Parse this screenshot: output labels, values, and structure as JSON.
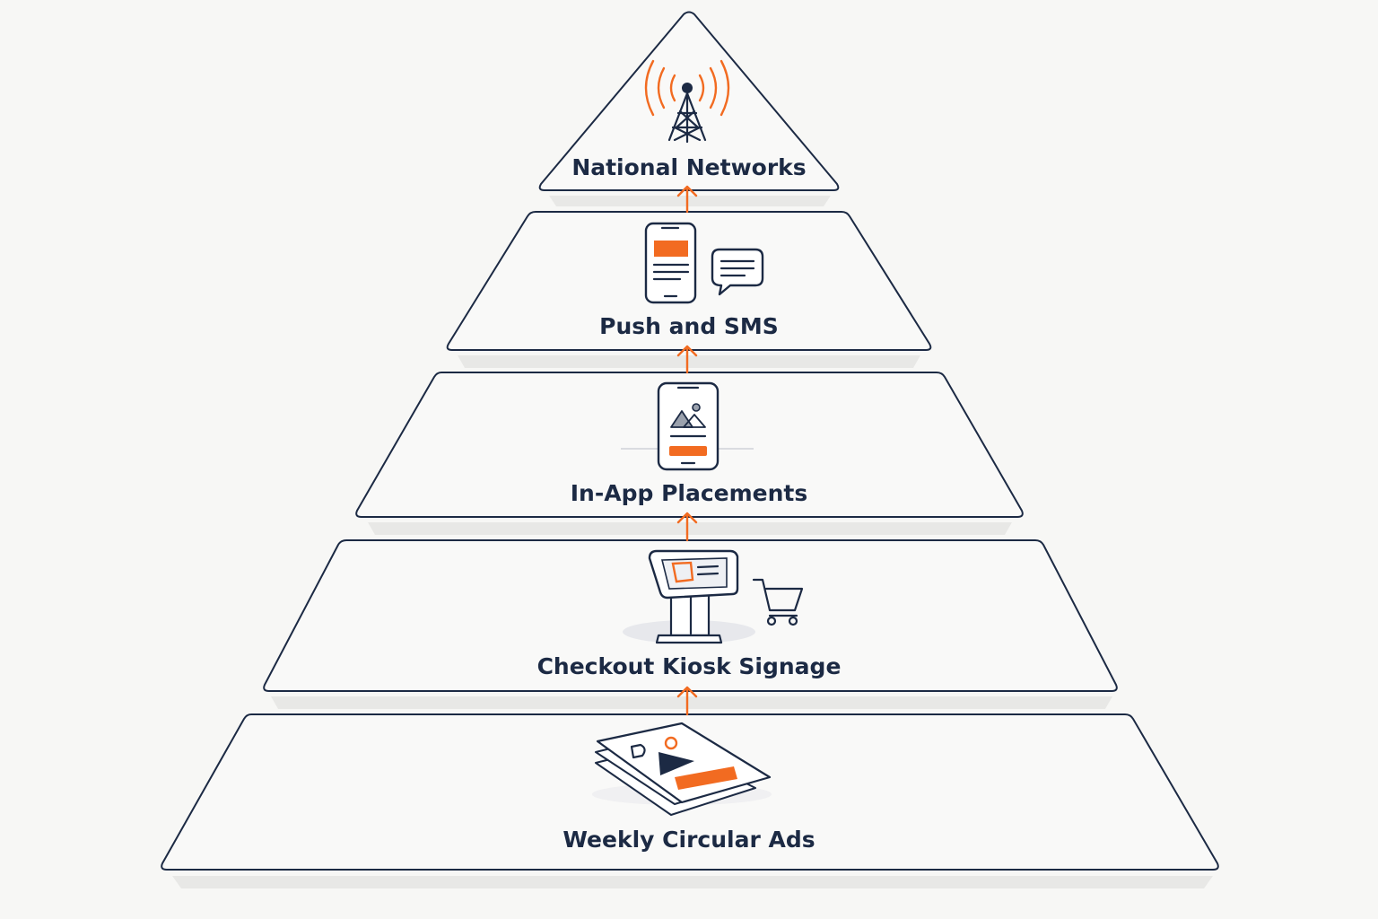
{
  "colors": {
    "navy": "#1c2a44",
    "accent": "#f26b21",
    "background": "#f7f7f5"
  },
  "tiers": [
    {
      "label": "National Networks",
      "icon": "radio-tower-icon"
    },
    {
      "label": "Push and SMS",
      "icon": "phone-message-icon"
    },
    {
      "label": "In-App Placements",
      "icon": "mobile-ad-icon"
    },
    {
      "label": "Checkout Kiosk Signage",
      "icon": "kiosk-cart-icon"
    },
    {
      "label": "Weekly Circular Ads",
      "icon": "circular-flyer-icon"
    }
  ],
  "connectors": [
    {
      "from": "Weekly Circular Ads",
      "to": "Checkout Kiosk Signage"
    },
    {
      "from": "Checkout Kiosk Signage",
      "to": "In-App Placements"
    },
    {
      "from": "In-App Placements",
      "to": "Push and SMS"
    },
    {
      "from": "Push and SMS",
      "to": "National Networks"
    }
  ]
}
